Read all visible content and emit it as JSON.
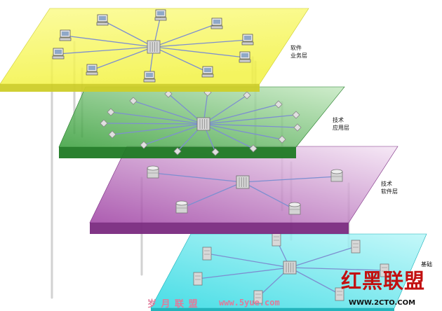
{
  "layers": [
    {
      "id": "software-business",
      "label_line1": "软件",
      "label_line2": "业务层",
      "color_top": "#fbfb8a",
      "color_bottom": "#f2f23c",
      "edge": "#cdcd28",
      "node_type": "computer"
    },
    {
      "id": "technical-application",
      "label_line1": "技术",
      "label_line2": "应用层",
      "color_top": "#c4e8c0",
      "color_bottom": "#2f9a32",
      "edge": "#1f7a24",
      "node_type": "diamond"
    },
    {
      "id": "technical-software",
      "label_line1": "技术",
      "label_line2": "软件层",
      "color_top": "#f4e4f4",
      "color_bottom": "#9b3aa0",
      "edge": "#7a2a80",
      "node_type": "database"
    },
    {
      "id": "foundation",
      "label_line1": "基础",
      "label_line2": "",
      "color_top": "#b8f6f8",
      "color_bottom": "#20d6e0",
      "edge": "#18b0b8",
      "node_type": "server"
    }
  ],
  "colors": {
    "link": "#7d8fd0",
    "connector": "#d2d2d2",
    "hub": "#a8a8a8"
  },
  "watermarks": {
    "brand_cn": "红黑联盟",
    "brand_url": "WWW.2CTO.COM",
    "site_cn": "岁 月 联 盟",
    "site_url": "www.5yue.com"
  }
}
